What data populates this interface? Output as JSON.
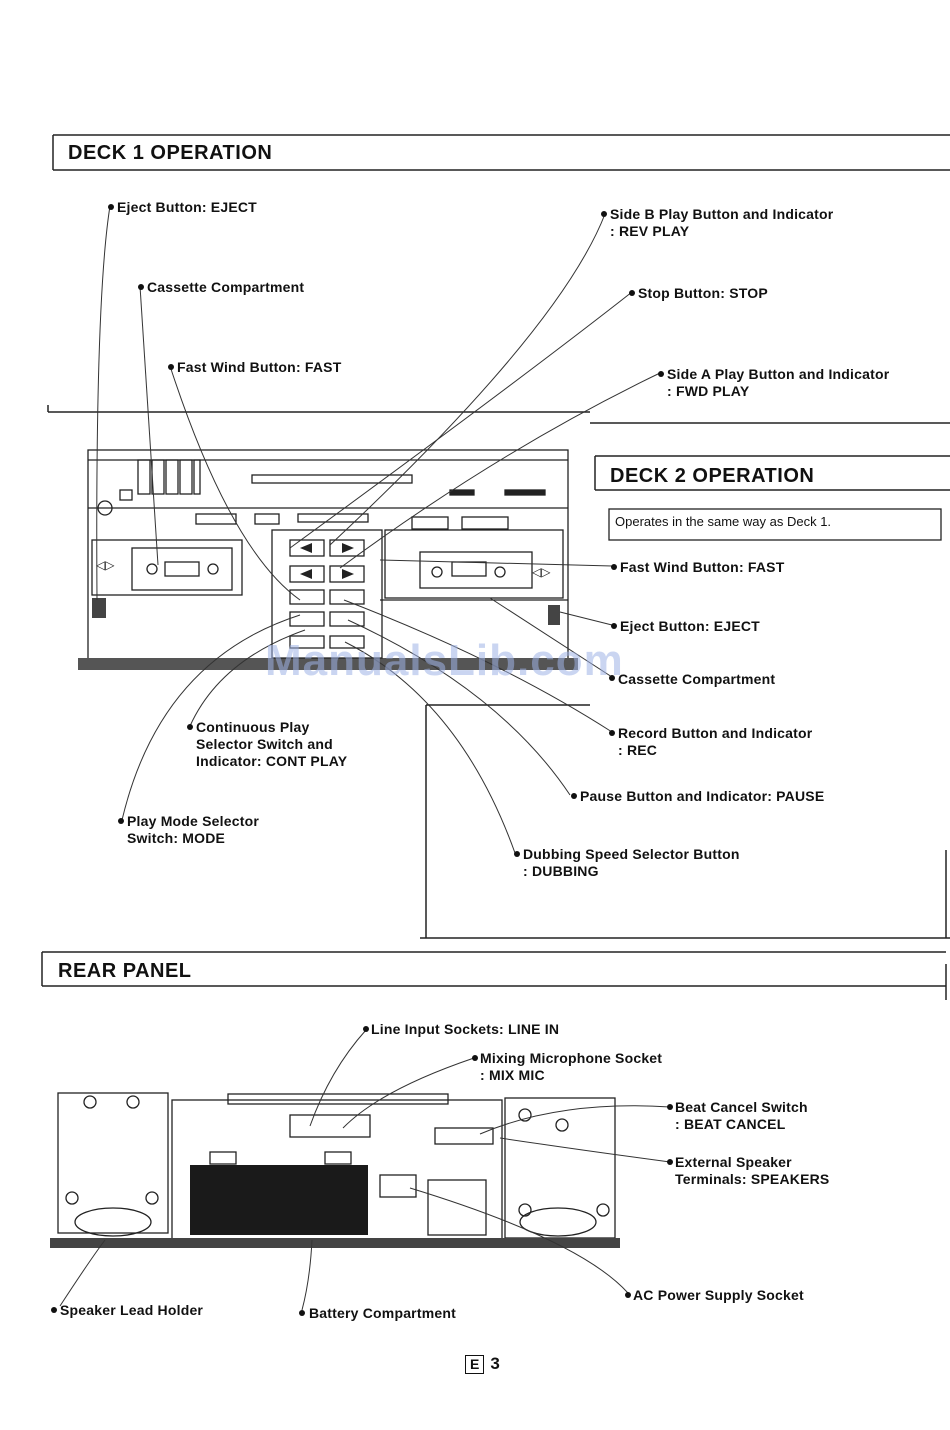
{
  "deck1": {
    "title": "DECK 1 OPERATION",
    "labels": {
      "eject": "Eject Button: EJECT",
      "cassette": "Cassette Compartment",
      "fast": "Fast Wind Button: FAST",
      "side_b_1": "Side B Play Button and Indicator",
      "side_b_2": ": REV PLAY",
      "stop": "Stop Button: STOP",
      "side_a_1": "Side A Play Button and Indicator",
      "side_a_2": ": FWD PLAY",
      "cont_1": "Continuous Play",
      "cont_2": "Selector Switch and",
      "cont_3": "Indicator: CONT PLAY",
      "mode_1": "Play Mode Selector",
      "mode_2": "Switch: MODE",
      "record_1": "Record Button and Indicator",
      "record_2": ": REC",
      "pause": "Pause Button and Indicator: PAUSE",
      "dub_1": "Dubbing Speed Selector Button",
      "dub_2": ": DUBBING"
    }
  },
  "deck2": {
    "title": "DECK 2 OPERATION",
    "note": "Operates in the same way as Deck 1.",
    "labels": {
      "fast": "Fast Wind Button: FAST",
      "eject": "Eject Button: EJECT",
      "cassette": "Cassette Compartment"
    }
  },
  "rear": {
    "title": "REAR PANEL",
    "labels": {
      "line_in": "Line Input Sockets: LINE IN",
      "mix_1": "Mixing Microphone Socket",
      "mix_2": ": MIX MIC",
      "beat_1": "Beat Cancel Switch",
      "beat_2": ": BEAT CANCEL",
      "spk_1": "External Speaker",
      "spk_2": "Terminals: SPEAKERS",
      "lead": "Speaker Lead Holder",
      "battery": "Battery Compartment",
      "ac": "AC Power Supply Socket"
    }
  },
  "watermark": "ManualsLib.com",
  "page": {
    "lang": "E",
    "number": "3"
  },
  "icons": {
    "bullet": "filled-circle-bullet"
  }
}
